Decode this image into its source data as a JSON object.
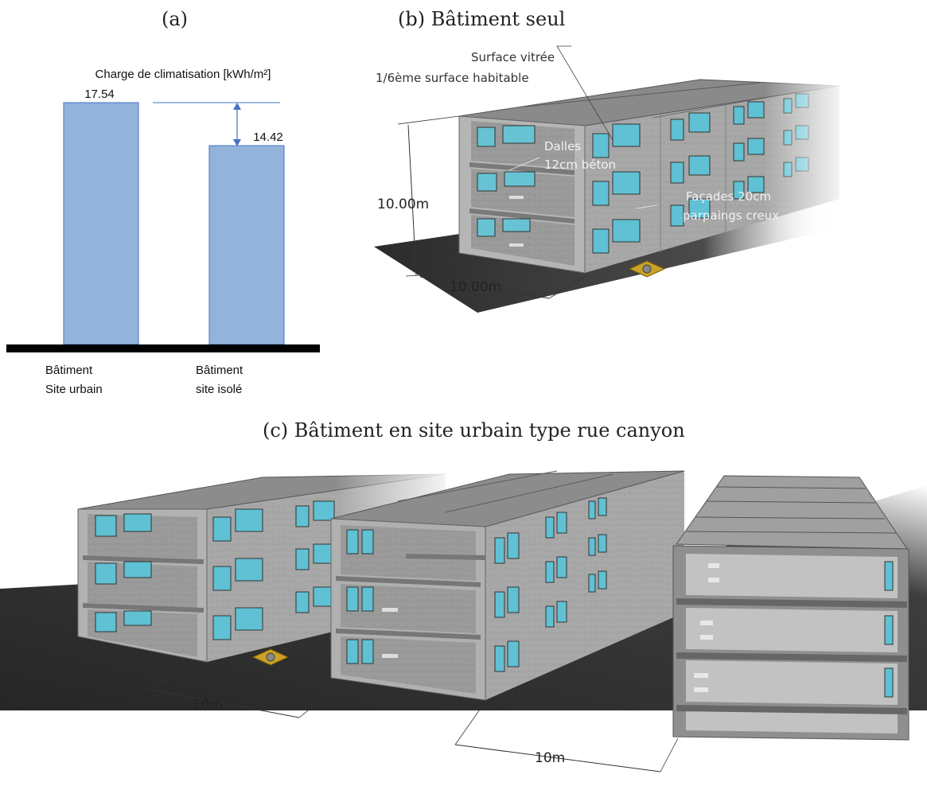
{
  "panels": {
    "a": {
      "label": "(a)"
    },
    "b": {
      "label": "(b)  Bâtiment seul"
    },
    "c": {
      "label": "(c)  Bâtiment en site urbain type rue canyon"
    }
  },
  "chart_data": {
    "type": "bar",
    "title": "Charge de climatisation [kWh/m²]",
    "categories": [
      "Bâtiment Site urbain",
      "Bâtiment site isolé"
    ],
    "category_lines": [
      [
        "Bâtiment",
        "Site urbain"
      ],
      [
        "Bâtiment",
        "site isolé"
      ]
    ],
    "values": [
      17.54,
      14.42
    ],
    "value_labels": [
      "17.54",
      "14.42"
    ],
    "ylim": [
      0,
      17.54
    ],
    "color": "#94B3DB",
    "edge_color": "#4472C4"
  },
  "diagram_b": {
    "glazing_label": [
      "Surface vitrée",
      "1/6ème surface habitable"
    ],
    "slab_label": [
      "Dalles",
      "12cm béton"
    ],
    "facade_label": [
      "Façades 20cm",
      "parpaings creux"
    ],
    "height_dim": "10.00m",
    "width_dim": "10.00m"
  },
  "diagram_c": {
    "street_dim_1": "10m",
    "street_dim_2": "10m"
  },
  "colors": {
    "wall": "#a9a9a9",
    "wall_dark": "#8d8d8d",
    "window": "#5fc1d3",
    "ground": "#2e2e2e",
    "slab": "#7b7b7b"
  }
}
